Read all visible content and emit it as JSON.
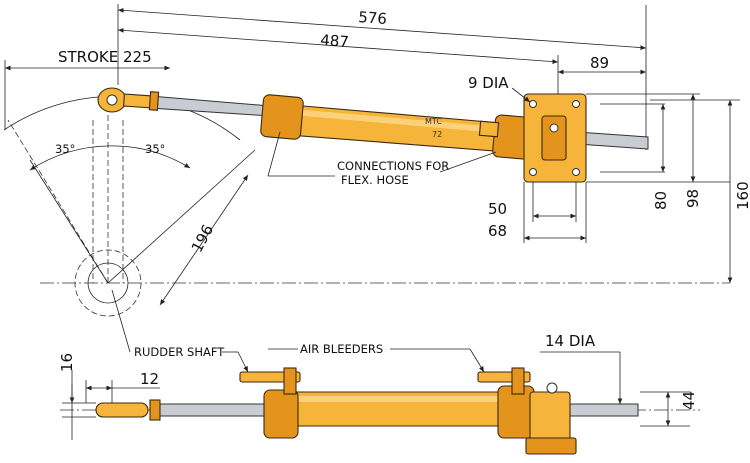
{
  "dims": {
    "overall": "576",
    "mount_length": "487",
    "end_offset": "89",
    "stroke": "STROKE 225",
    "angle_left": "35°",
    "angle_right": "35°",
    "tiller_radius": "196",
    "hole_dia": "9 DIA",
    "hole_spacing": "80",
    "bracket_height": "98",
    "offset": "160",
    "hole_width": "50",
    "bracket_width": "68",
    "rod_dia": "14 DIA",
    "barrel_dia": "44",
    "eye_width": "16",
    "eye_hole": "12"
  },
  "cylinder": {
    "model_line1": "MTC",
    "model_line2": "72"
  },
  "labels": {
    "connections_line1": "CONNECTIONS FOR",
    "connections_line2": "FLEX. HOSE",
    "rudder_shaft": "RUDDER SHAFT",
    "air_bleeders": "AIR BLEEDERS"
  },
  "colors": {
    "cylinder_body": "#f6b43a",
    "cylinder_shade": "#e4941c",
    "rod": "#c9ccd2",
    "line": "#222222"
  }
}
